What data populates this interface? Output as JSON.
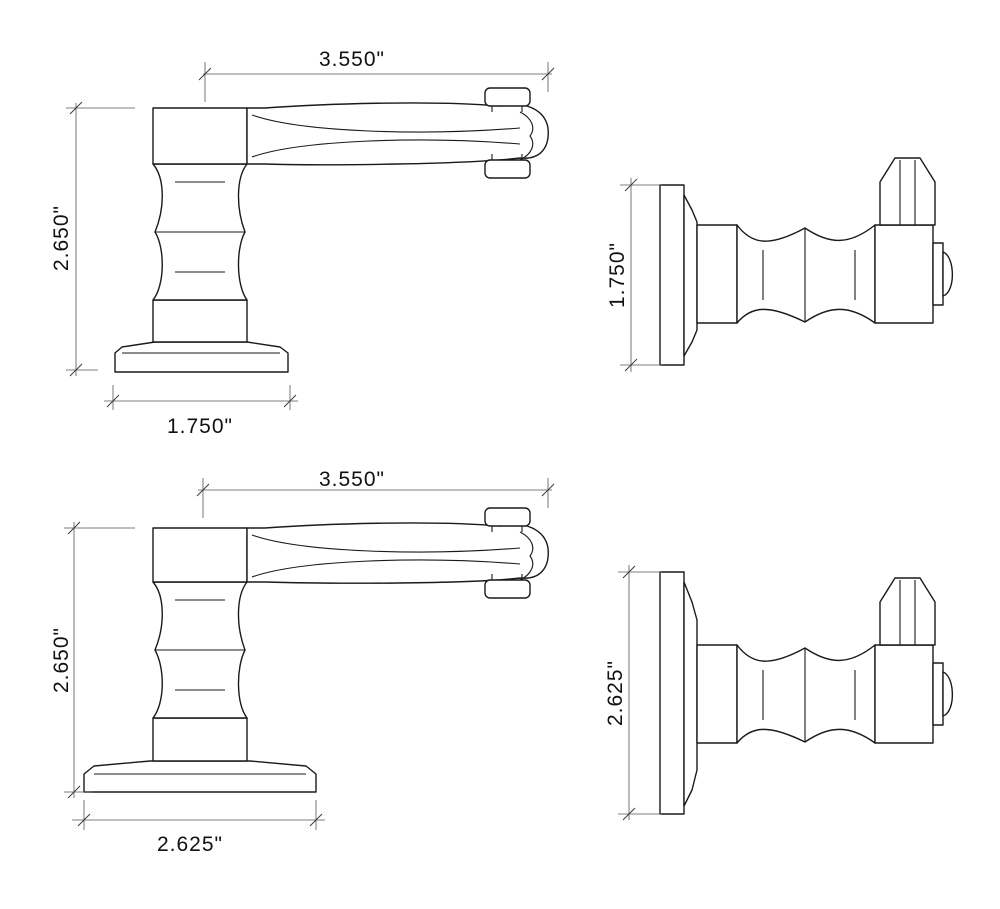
{
  "drawing": {
    "colors": {
      "line": "#1a1a1a",
      "dimension_line": "#555555",
      "background": "#ffffff"
    },
    "top_front": {
      "lever_length": "3.550\"",
      "overall_height": "2.650\"",
      "base_width": "1.750\""
    },
    "top_side": {
      "base_height": "1.750\""
    },
    "bottom_front": {
      "lever_length": "3.550\"",
      "overall_height": "2.650\"",
      "base_width": "2.625\""
    },
    "bottom_side": {
      "base_height": "2.625\""
    }
  }
}
